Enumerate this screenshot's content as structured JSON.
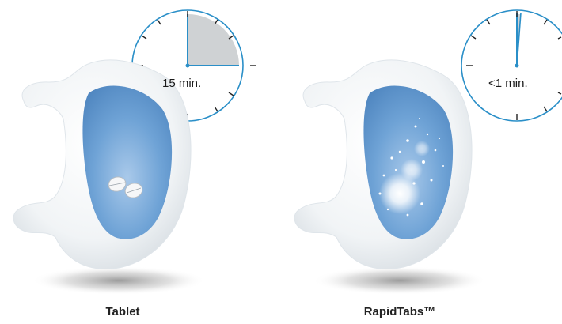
{
  "panels": [
    {
      "caption": "Tablet",
      "clock_label": "15 min.",
      "elapsed_minutes": 15
    },
    {
      "caption": "RapidTabs™",
      "clock_label": "<1 min.",
      "elapsed_minutes": 1
    }
  ],
  "colors": {
    "clock_ring": "#2a8fc8",
    "elapsed_wedge": "#cfd2d4",
    "stomach_interior": "#6fa3d6",
    "stomach_body": "#f3f6f8"
  }
}
